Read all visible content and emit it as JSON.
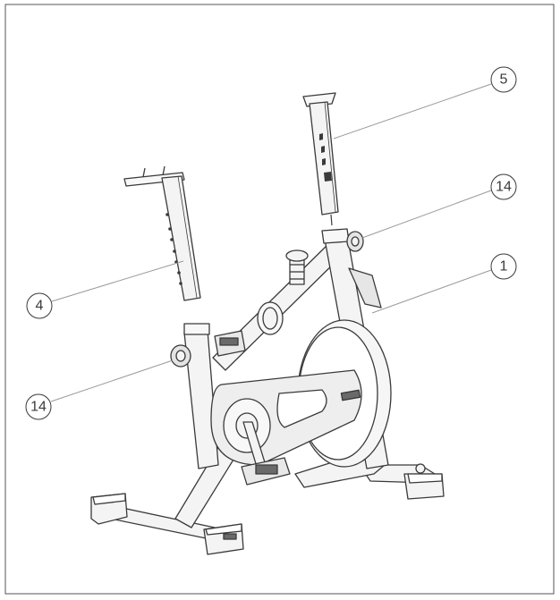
{
  "callouts": {
    "c5": "5",
    "c14a": "14",
    "c1": "1",
    "c4": "4",
    "c14b": "14"
  },
  "colors": {
    "line": "#3a3a3a",
    "frame_fill": "#f4f4f4",
    "dark_fill": "#6a6a6a",
    "pointer": "#9a9a9a"
  }
}
